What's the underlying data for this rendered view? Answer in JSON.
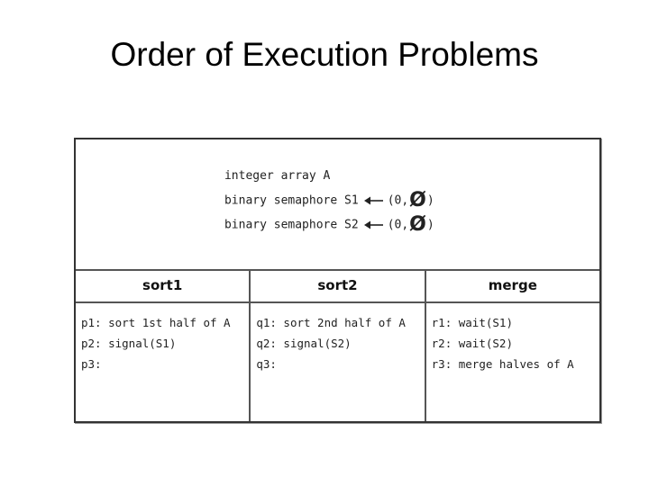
{
  "slide": {
    "title": "Order of Execution Problems"
  },
  "declarations": [
    {
      "text": "integer array A",
      "has_init": false
    },
    {
      "text": "binary semaphore S1",
      "has_init": true,
      "init_open": "(0,",
      "init_empty": "Ø",
      "init_close": ")"
    },
    {
      "text": "binary semaphore S2",
      "has_init": true,
      "init_open": "(0,",
      "init_empty": "Ø",
      "init_close": ")"
    }
  ],
  "processes": [
    {
      "name": "sort1",
      "statements": [
        "p1: sort 1st half of A",
        "p2: signal(S1)",
        "p3:"
      ]
    },
    {
      "name": "sort2",
      "statements": [
        "q1: sort 2nd half of A",
        "q2: signal(S2)",
        "q3:"
      ]
    },
    {
      "name": "merge",
      "statements": [
        "r1: wait(S1)",
        "r2: wait(S2)",
        "r3: merge halves of A"
      ]
    }
  ],
  "icons": {
    "arrow": "left-arrow-icon",
    "empty_set": "empty-set-icon"
  }
}
